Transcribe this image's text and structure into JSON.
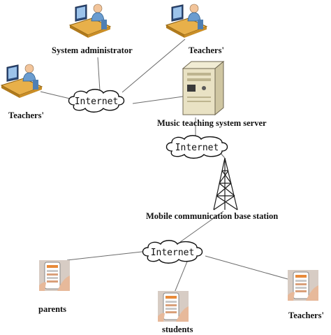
{
  "network": {
    "labels": {
      "sys_admin": "System administrator",
      "teacher_top": "Teachers'",
      "teacher_left": "Teachers'",
      "server": "Music teaching system server",
      "base_station": "Mobile communication base station",
      "parents": "parents",
      "students": "students",
      "teacher_mobile": "Teachers'"
    },
    "clouds": {
      "cloud_1": "Internet",
      "cloud_2": "Internet",
      "cloud_3": "Internet"
    }
  },
  "icons": {
    "workstation": "computer-user-icon",
    "server": "server-tower-icon",
    "tower": "radio-tower-icon",
    "phone": "smartphone-icon"
  },
  "colors": {
    "desk": "#e8b04a",
    "person": "#6a9ccf",
    "cloud_stroke": "#111111",
    "server_body": "#e9e2c4",
    "line": "#666666"
  }
}
